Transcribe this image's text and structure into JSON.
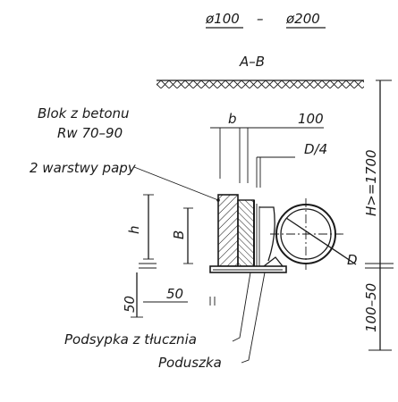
{
  "diameter_range": {
    "left": "ø100",
    "dash": "–",
    "right": "ø200"
  },
  "section": "A–B",
  "block": {
    "line1": "Blok z betonu",
    "line2": "Rw 70–90",
    "layers": "2 warstwy papy"
  },
  "dims": {
    "b": "b",
    "hundred": "100",
    "d_quarter": "D/4",
    "h": "h",
    "B": "B",
    "depth": "H>=1700",
    "D": "D",
    "fifty_bottom": "50",
    "fifty_right": "50",
    "bedding": "100–50"
  },
  "notes": {
    "gravel": "Podsypka z tłucznia",
    "cushion": "Poduszka"
  }
}
